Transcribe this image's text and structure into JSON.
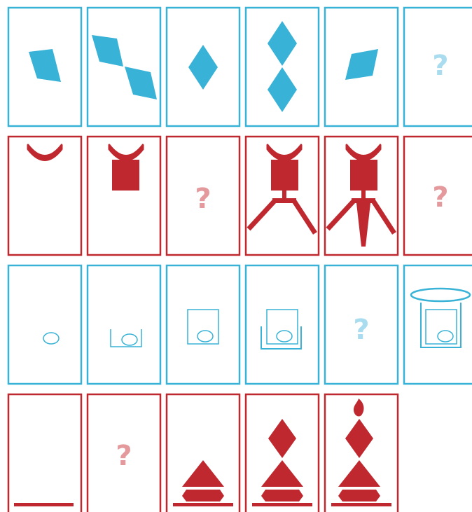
{
  "colors": {
    "blue": "#38b2d6",
    "blue_light": "#a9dcee",
    "red": "#c0282f",
    "red_light": "#e4999c",
    "background": "#ffffff"
  },
  "puzzle": {
    "question_mark": "?",
    "rows": [
      {
        "name": "row-1-diamonds",
        "color": "blue",
        "cards": [
          {
            "index": 1,
            "content": "tilted-diamond-icon",
            "is_question": false
          },
          {
            "index": 2,
            "content": "two-diamonds-icon",
            "is_question": false
          },
          {
            "index": 3,
            "content": "diamond-icon",
            "is_question": false
          },
          {
            "index": 4,
            "content": "stacked-diamonds-icon",
            "is_question": false
          },
          {
            "index": 5,
            "content": "tilted-diamond-icon",
            "is_question": false
          },
          {
            "index": 6,
            "content": "question-mark",
            "is_question": true
          }
        ]
      },
      {
        "name": "row-2-robot-build",
        "color": "red",
        "cards": [
          {
            "index": 1,
            "content": "horns-icon",
            "is_question": false
          },
          {
            "index": 2,
            "content": "horns-and-body-icon",
            "is_question": false
          },
          {
            "index": 3,
            "content": "question-mark",
            "is_question": true
          },
          {
            "index": 4,
            "content": "robot-with-legs-icon",
            "is_question": false
          },
          {
            "index": 5,
            "content": "robot-with-legs-and-spike-icon",
            "is_question": false
          },
          {
            "index": 6,
            "content": "question-mark",
            "is_question": true
          }
        ]
      },
      {
        "name": "row-3-nested-boxes",
        "color": "blue",
        "cards": [
          {
            "index": 1,
            "content": "ellipse-icon",
            "is_question": false
          },
          {
            "index": 2,
            "content": "ellipse-in-tray-icon",
            "is_question": false
          },
          {
            "index": 3,
            "content": "ellipse-in-square-icon",
            "is_question": false
          },
          {
            "index": 4,
            "content": "square-in-tray-icon",
            "is_question": false
          },
          {
            "index": 5,
            "content": "question-mark",
            "is_question": true
          },
          {
            "index": 6,
            "content": "ring-over-box-icon",
            "is_question": false
          }
        ]
      },
      {
        "name": "row-4-tower-build",
        "color": "red",
        "cards": [
          {
            "index": 1,
            "content": "base-line-icon",
            "is_question": false
          },
          {
            "index": 2,
            "content": "question-mark",
            "is_question": true
          },
          {
            "index": 3,
            "content": "triangle-on-base-icon",
            "is_question": false
          },
          {
            "index": 4,
            "content": "diamond-on-triangle-icon",
            "is_question": false
          },
          {
            "index": 5,
            "content": "flame-tower-icon",
            "is_question": false
          }
        ]
      }
    ]
  }
}
